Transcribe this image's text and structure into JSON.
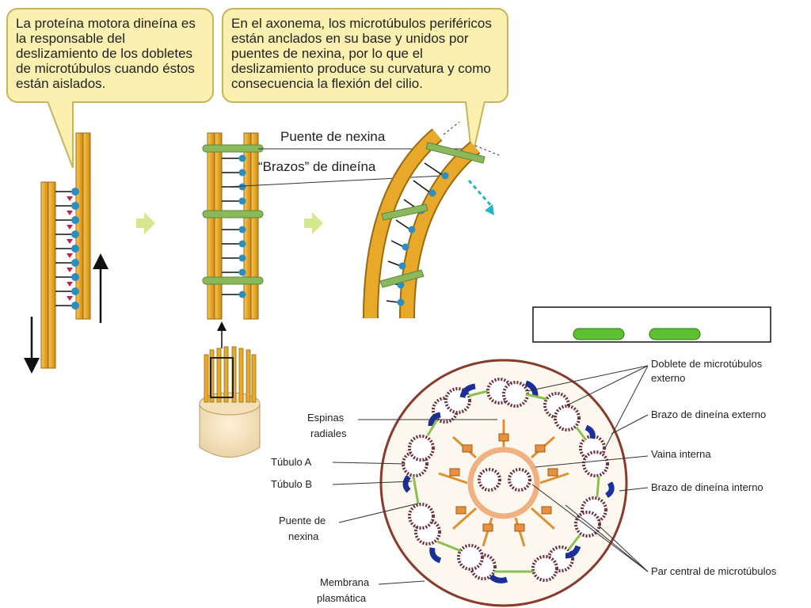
{
  "callouts": {
    "left": "La proteína motora dineína es la responsable del deslizamiento de los dobletes de microtúbulos cuando éstos están aislados.",
    "right": "En el axonema, los microtúbulos periféricos están anclados en su base y unidos por puentes de nexina, por lo que el deslizamiento produce su curvatura y como consecuencia la flexión del cilio."
  },
  "top_labels": {
    "nexin_bridge": "Puente de nexina",
    "dynein_arms": "“Brazos” de dineína"
  },
  "cross_section_labels": {
    "outer_doublet_line1": "Doblete de microtúbulos",
    "outer_doublet_line2": "externo",
    "outer_dynein_arm": "Brazo de dineína externo",
    "inner_sheath": "Vaina interna",
    "inner_dynein_arm": "Brazo de dineína interno",
    "central_pair": "Par central de microtúbulos",
    "radial_spokes_line1": "Espinas",
    "radial_spokes_line2": "radiales",
    "tubule_a": "Túbulo A",
    "tubule_b": "Túbulo B",
    "nexin_line1": "Puente de",
    "nexin_line2": "nexina",
    "membrane_line1": "Membrana",
    "membrane_line2": "plasmática"
  },
  "colors": {
    "microtubule": "#e8a82a",
    "microtubule_stroke": "#9a6a10",
    "dynein": "#2a8fc0",
    "nexin": "#8ab85a",
    "callout_bg": "#fbf0b0",
    "arrow_flow": "#d4e890",
    "dynein_arm_blue": "#1a2f9a",
    "membrane": "#8a3a2a",
    "spoke": "#e09030"
  }
}
